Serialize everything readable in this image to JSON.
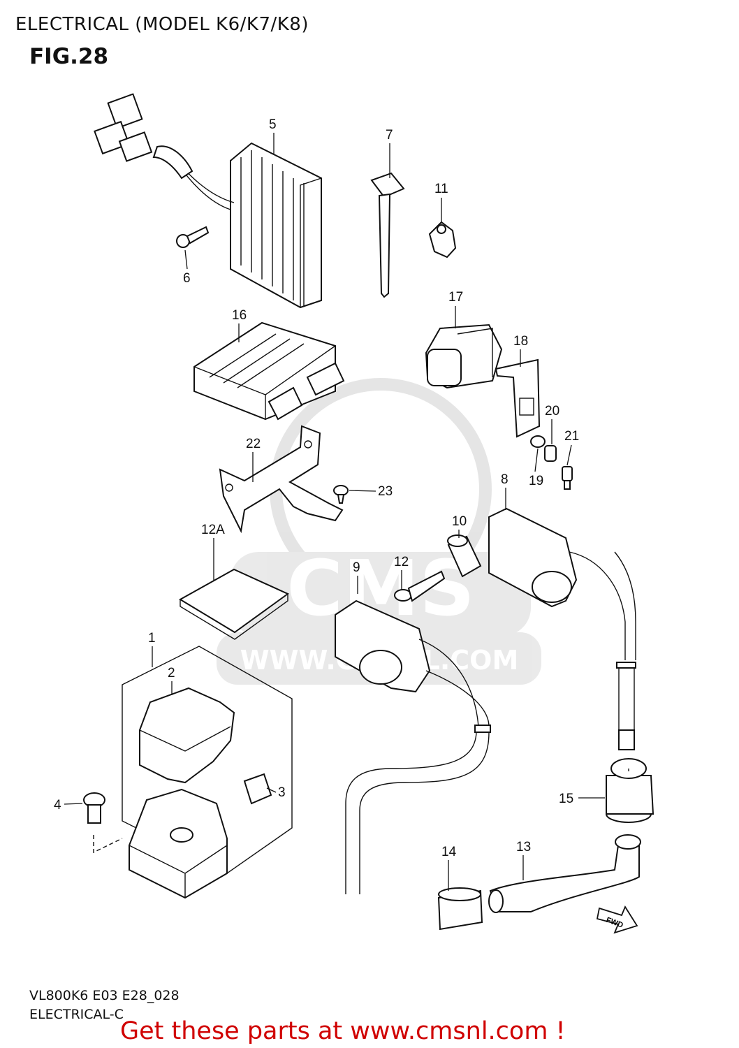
{
  "header": {
    "title": "ELECTRICAL (MODEL K6/K7/K8)",
    "figure": "FIG.28"
  },
  "footer": {
    "code": "VL800K6 E03 E28_028",
    "section": "ELECTRICAL-C"
  },
  "promo": {
    "text": "Get these parts at www.cmsnl.com !",
    "color": "#d00000"
  },
  "watermark": {
    "brand": "CMS",
    "url": "WWW.CMSNL.COM"
  },
  "fwd_label": "FWD",
  "callouts": {
    "c1": "1",
    "c2": "2",
    "c3": "3",
    "c4": "4",
    "c5": "5",
    "c6": "6",
    "c7": "7",
    "c8": "8",
    "c9": "9",
    "c10": "10",
    "c11": "11",
    "c12": "12",
    "c12a": "12A",
    "c13": "13",
    "c14": "14",
    "c15": "15",
    "c16": "16",
    "c17": "17",
    "c18": "18",
    "c19": "19",
    "c20": "20",
    "c21": "21",
    "c22": "22",
    "c23": "23"
  }
}
